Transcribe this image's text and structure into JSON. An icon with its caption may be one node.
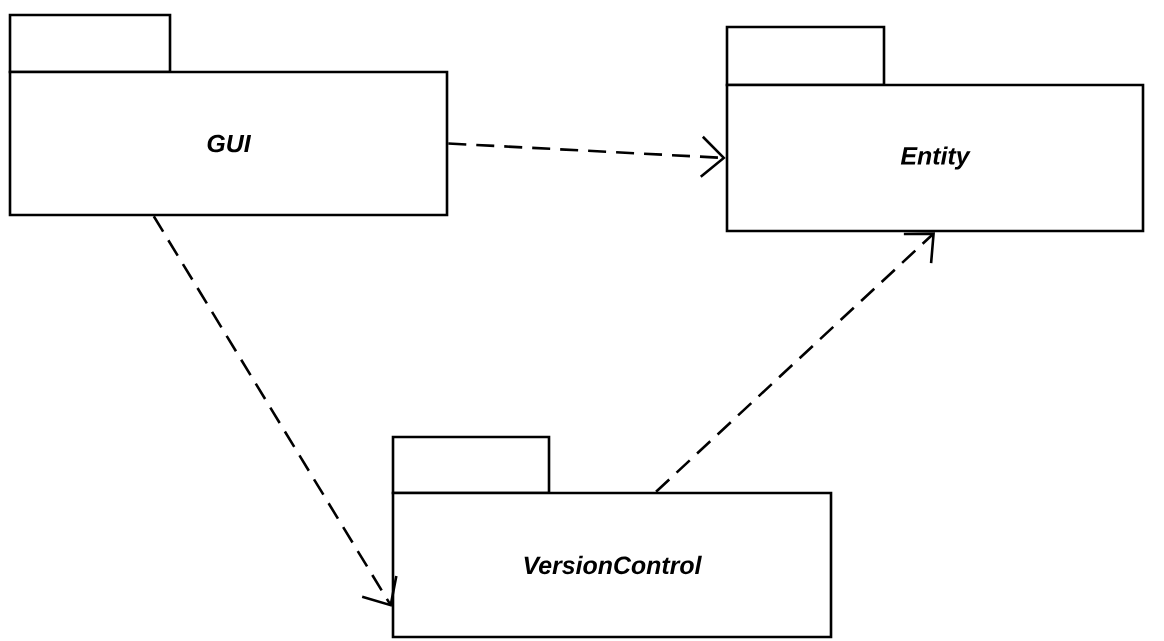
{
  "diagram": {
    "nodes": [
      {
        "text": [
          "GUI"
        ]
      },
      {
        "text": [
          "Entity"
        ]
      },
      {
        "text": [
          "VersionControl"
        ]
      }
    ],
    "edges": [
      {
        "from": 0,
        "to": 1,
        "arrow": "to",
        "style": "dashed"
      },
      {
        "from": 0,
        "to": 2,
        "arrow": "to",
        "style": "dashed"
      },
      {
        "from": 2,
        "to": 1,
        "arrow": "to",
        "style": "dashed"
      }
    ]
  }
}
